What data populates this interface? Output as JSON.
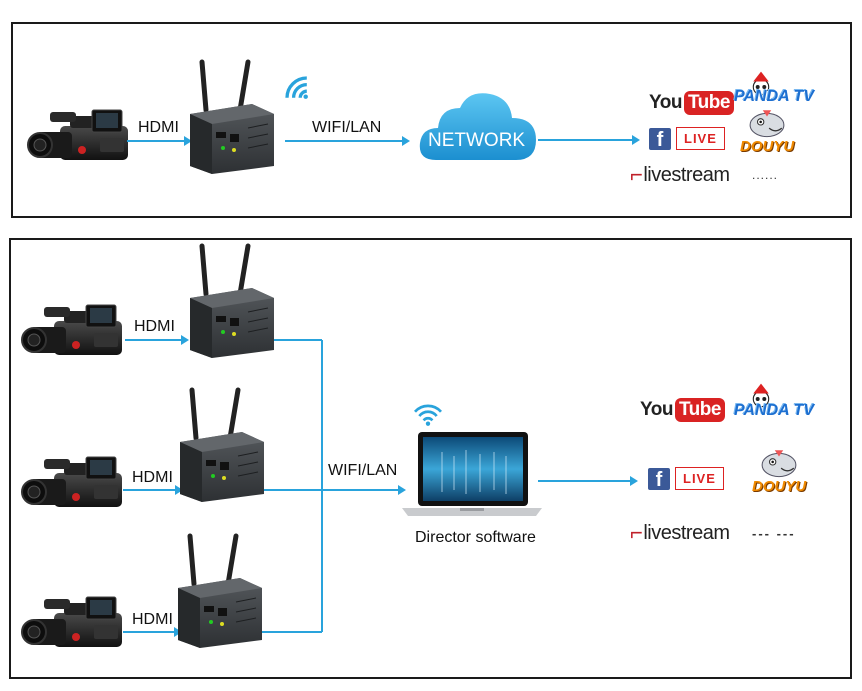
{
  "top": {
    "hdmi": "HDMI",
    "link": "WIFI/LAN",
    "network": "NETWORK",
    "platforms": {
      "youtube_you": "You",
      "youtube_tube": "Tube",
      "panda": "PANDA TV",
      "facebook_f": "f",
      "facebook_live": "LIVE",
      "douyu": "DOUYU",
      "livestream": "livestream",
      "more": "......"
    }
  },
  "bottom": {
    "hdmi_1": "HDMI",
    "hdmi_2": "HDMI",
    "hdmi_3": "HDMI",
    "link": "WIFI/LAN",
    "director": "Director software",
    "platforms": {
      "youtube_you": "You",
      "youtube_tube": "Tube",
      "panda": "PANDA TV",
      "facebook_f": "f",
      "facebook_live": "LIVE",
      "douyu": "DOUYU",
      "livestream": "livestream",
      "more": "--- ---"
    }
  },
  "colors": {
    "arrow": "#29a3dc",
    "cloud": "#2aa6e0",
    "device": "#3a3d40",
    "youtube_red": "#d92323",
    "facebook_blue": "#3b5998",
    "livestream_red": "#c0202a"
  }
}
